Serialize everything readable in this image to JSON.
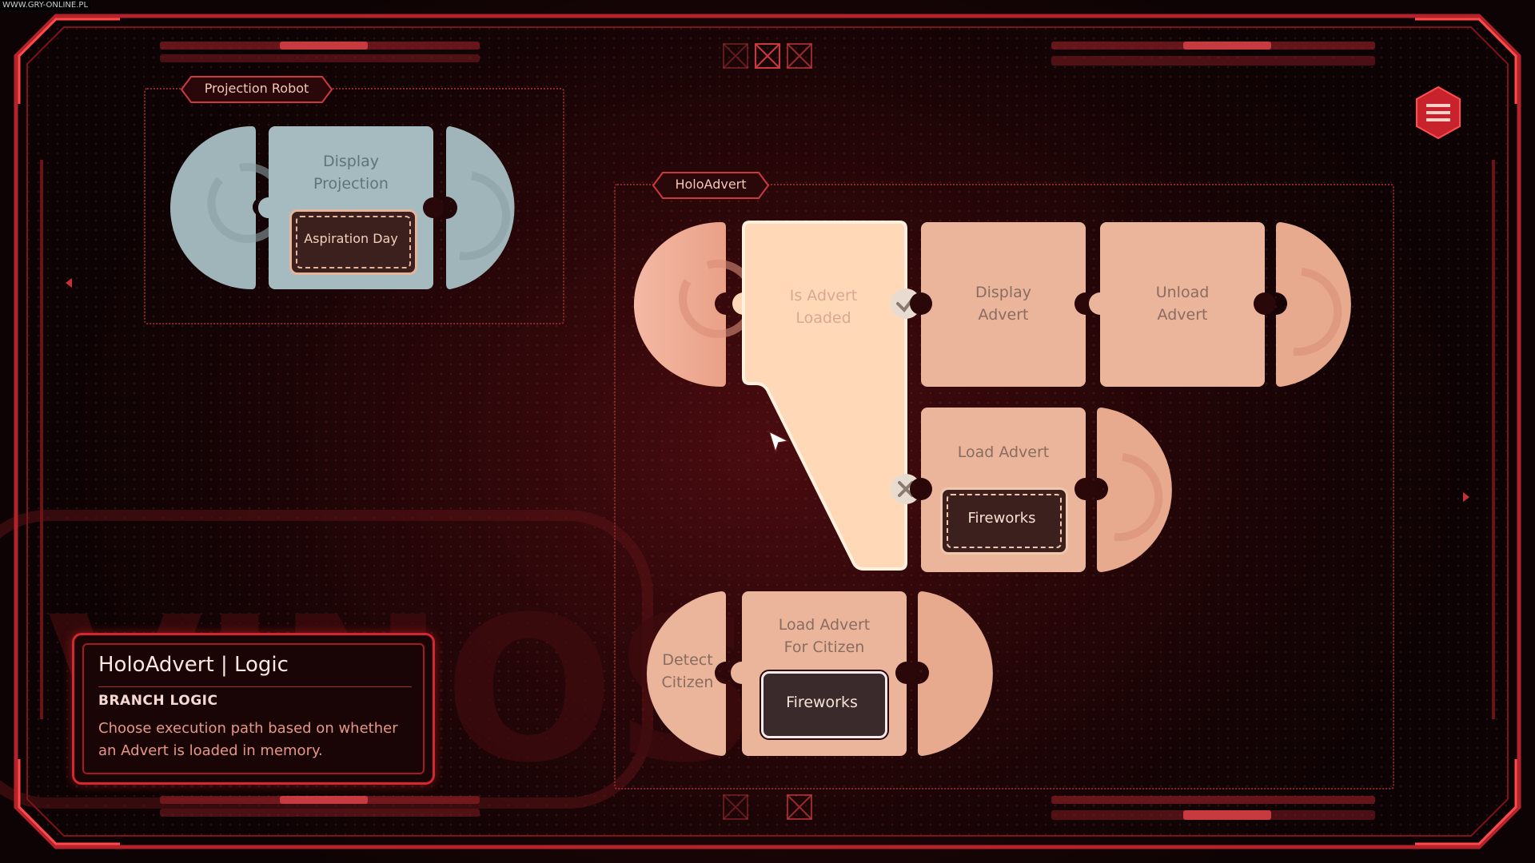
{
  "watermark": "WWW.GRY-ONLINE.PL",
  "menu_button": {
    "icon": "hamburger-icon"
  },
  "groups": [
    {
      "tag": "Projection Robot",
      "theme": "blue",
      "pieces": [
        {
          "kind": "start",
          "icon": "loop-arrow-icon"
        },
        {
          "kind": "action",
          "label": "Display\nProjection",
          "param": "Aspiration Day"
        },
        {
          "kind": "end",
          "icon": "loop-arrow-icon"
        }
      ]
    },
    {
      "tag": "HoloAdvert",
      "theme": "peach",
      "branch": {
        "label": "Is Advert\nLoaded",
        "true_icon": "checkmark-icon",
        "false_icon": "cross-icon",
        "state": "selected"
      },
      "true_path": [
        {
          "kind": "action",
          "label": "Display\nAdvert"
        },
        {
          "kind": "action",
          "label": "Unload\nAdvert"
        }
      ],
      "false_path": [
        {
          "kind": "action",
          "label": "Load Advert",
          "param": "Fireworks"
        }
      ],
      "event_row": [
        {
          "kind": "event",
          "label": "Detect\nCitizen"
        },
        {
          "kind": "action",
          "label": "Load Advert\nFor Citizen",
          "param": "Fireworks",
          "param_state": "selected"
        }
      ]
    }
  ],
  "info_panel": {
    "title": "HoloAdvert | Logic",
    "subtitle": "BRANCH LOGIC",
    "description": "Choose execution path based on whether an Advert is loaded in memory."
  },
  "watermark_word": "VINOS",
  "colors": {
    "frame": "#d8333a",
    "blue_piece": "#9fb4b8",
    "peach_piece": "#eab59a",
    "peach_light": "#ffd8b8",
    "param_bg": "#3a1f1d"
  }
}
